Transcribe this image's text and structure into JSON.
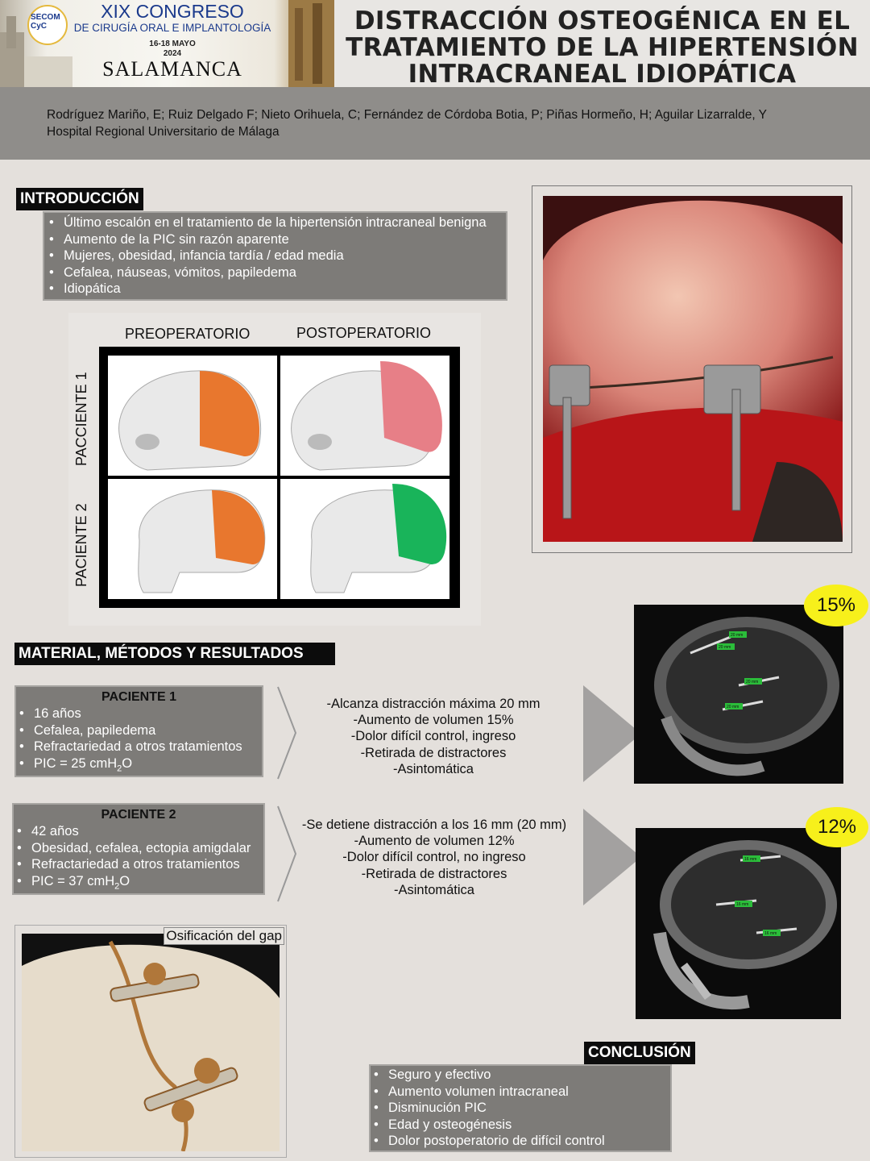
{
  "header": {
    "congress_title": "XIX CONGRESO",
    "congress_subtitle": "DE CIRUGÍA ORAL E IMPLANTOLOGÍA",
    "dates": "16-18 MAYO",
    "year": "2024",
    "city": "SALAMANCA",
    "logo_text_line1": "SECOM",
    "logo_text_line2": "CyC",
    "poster_title_line1": "DISTRACCIÓN OSTEOGÉNICA EN EL",
    "poster_title_line2": "TRATAMIENTO DE LA HIPERTENSIÓN",
    "poster_title_line3": "INTRACRANEAL IDIOPÁTICA",
    "authors": "Rodríguez Mariño, E; Ruiz Delgado F; Nieto Orihuela, C; Fernández de Córdoba Botia, P; Piñas Hormeño, H; Aguilar Lizarralde, Y",
    "institution": "Hospital Regional Universitario de Málaga"
  },
  "introduction": {
    "heading": "INTRODUCCIÓN",
    "items": [
      "Último escalón en el tratamiento de la hipertensión intracraneal benigna",
      "Aumento de la PIC sin razón aparente",
      "Mujeres, obesidad, infancia tardía / edad media",
      "Cefalea, náuseas, vómitos, papiledema",
      "Idiopática"
    ]
  },
  "comparison_figure": {
    "col_pre": "PREOPERATORIO",
    "col_post": "POSTOPERATORIO",
    "row_1": "PACCIENTE 1",
    "row_2": "PACIENTE 2"
  },
  "methods": {
    "heading": "MATERIAL, MÉTODOS Y RESULTADOS",
    "patient1": {
      "title": "PACIENTE 1",
      "items": [
        "16 años",
        "Cefalea, papiledema",
        "Refractariedad a otros tratamientos"
      ],
      "pic_prefix": "PIC = 25 cmH",
      "pic_sub": "2",
      "pic_suffix": "O",
      "results": [
        "-Alcanza distracción máxima 20 mm",
        "-Aumento de volumen 15%",
        "-Dolor difícil control, ingreso",
        "-Retirada de distractores",
        "-Asintomática"
      ],
      "volume_badge": "15%"
    },
    "patient2": {
      "title": "PACIENTE 2",
      "items": [
        "42 años",
        "Obesidad, cefalea, ectopia amigdalar",
        "Refractariedad a otros tratamientos"
      ],
      "pic_prefix": "PIC = 37 cmH",
      "pic_sub": "2",
      "pic_suffix": "O",
      "results": [
        "-Se detiene distracción a los 16 mm (20 mm)",
        "-Aumento de volumen 12%",
        "-Dolor difícil control, no ingreso",
        "-Retirada de distractores",
        "-Asintomática"
      ],
      "volume_badge": "12%"
    },
    "xray1_labels": [
      "20 mm",
      "20 mm",
      "20 mm",
      "20 mm"
    ],
    "xray2_labels": [
      "16 mm",
      "16 mm",
      "16 mm"
    ]
  },
  "ossification": {
    "caption": "Osificación del gap"
  },
  "conclusion": {
    "heading": "CONCLUSIÓN",
    "items": [
      "Seguro y efectivo",
      "Aumento volumen intracraneal",
      "Disminución PIC",
      "Edad y osteogénesis",
      "Dolor postoperatorio de difícil control"
    ]
  },
  "colors": {
    "accent_orange": "#e8772e",
    "accent_pink": "#e77f87",
    "accent_green": "#19b45a",
    "badge_yellow": "#f7f01b",
    "gray_box": "#7d7b78"
  }
}
